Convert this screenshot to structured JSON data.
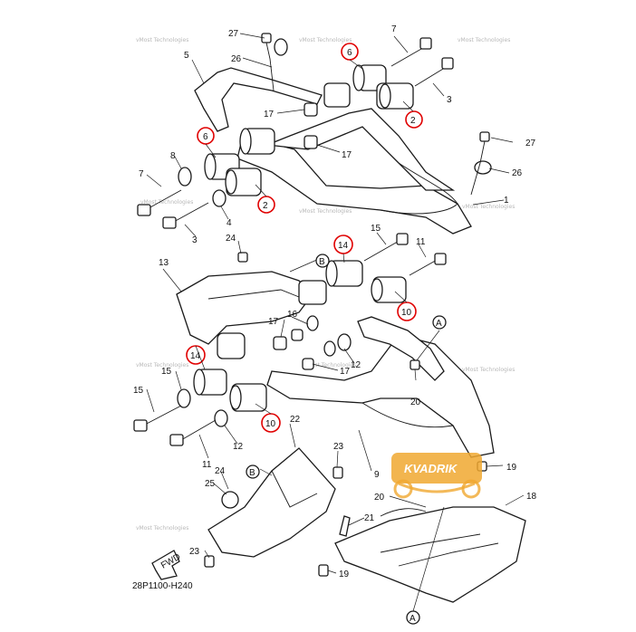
{
  "diagram": {
    "code": "28P1100-H240",
    "fwd_text": "FWD",
    "watermark": "vMost Technologies",
    "logo_text": "KVADRIK",
    "colors": {
      "highlight": "#e00000",
      "logo": "#f0a830",
      "line": "#1a1a1a"
    },
    "part_numbers": {
      "p1": "1",
      "p2": "2",
      "p3": "3",
      "p4": "4",
      "p5": "5",
      "p6": "6",
      "p7": "7",
      "p8": "8",
      "p9": "9",
      "p10": "10",
      "p11": "11",
      "p12": "12",
      "p13": "13",
      "p14": "14",
      "p15": "15",
      "p16": "16",
      "p17": "17",
      "p18": "18",
      "p19": "19",
      "p20": "20",
      "p21": "21",
      "p22": "22",
      "p23": "23",
      "p24": "24",
      "p25": "25",
      "p26": "26",
      "p27": "27"
    },
    "ref_letters": {
      "a": "A",
      "b": "B"
    }
  }
}
